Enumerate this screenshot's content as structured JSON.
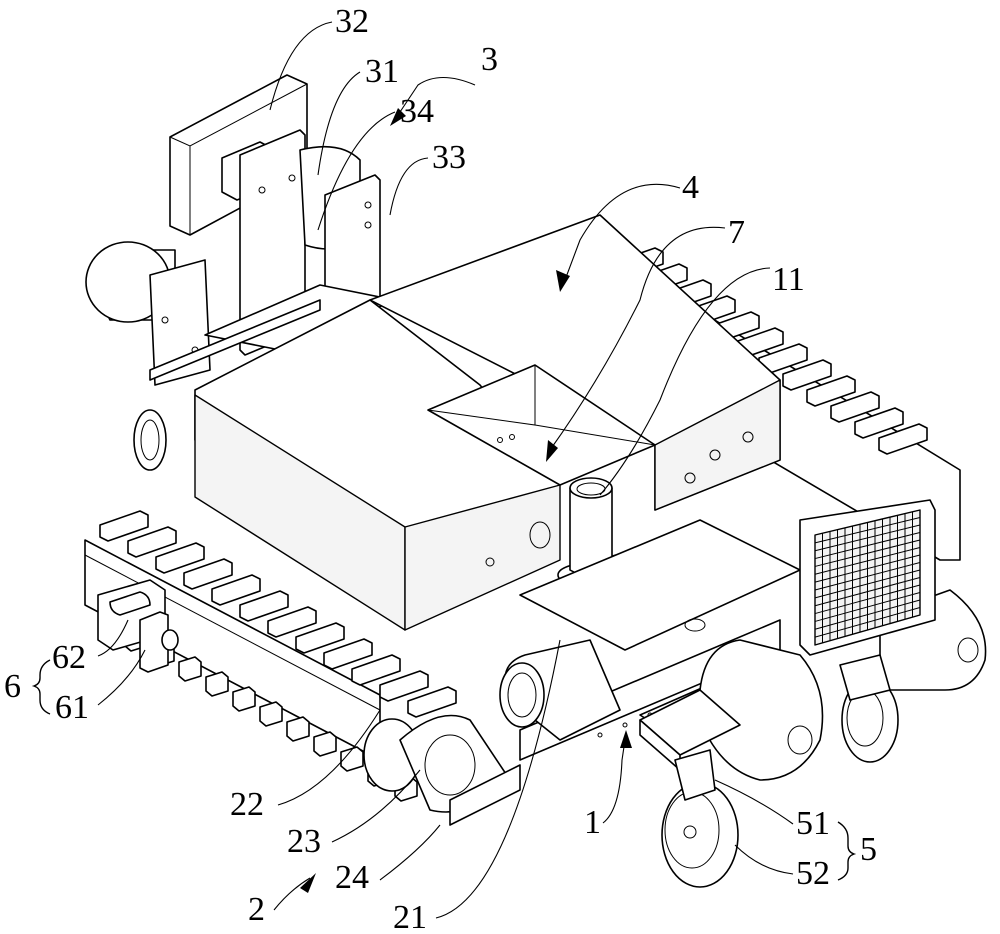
{
  "figure": {
    "type": "patent-drawing",
    "subject": "tracked mobile robot chassis, isometric view"
  },
  "labels": [
    {
      "id": "l32",
      "text": "32",
      "part": "plate"
    },
    {
      "id": "l31",
      "text": "31",
      "part": "upright bracket"
    },
    {
      "id": "l3",
      "text": "3",
      "part": "front mounting assembly"
    },
    {
      "id": "l34",
      "text": "34",
      "part": "bracket arm"
    },
    {
      "id": "l33",
      "text": "33",
      "part": "side bracket"
    },
    {
      "id": "l4",
      "text": "4",
      "part": "housing cover"
    },
    {
      "id": "l7",
      "text": "7",
      "part": "recess / opening"
    },
    {
      "id": "l11",
      "text": "11",
      "part": "pipe fitting"
    },
    {
      "id": "l62",
      "text": "62",
      "part": "sensor bracket"
    },
    {
      "id": "l61",
      "text": "61",
      "part": "sensor mount"
    },
    {
      "id": "l6",
      "text": "6",
      "part": "detection assembly"
    },
    {
      "id": "l22",
      "text": "22",
      "part": "track belt"
    },
    {
      "id": "l23",
      "text": "23",
      "part": "drive wheel"
    },
    {
      "id": "l24",
      "text": "24",
      "part": "sprocket cover"
    },
    {
      "id": "l2",
      "text": "2",
      "part": "track assembly"
    },
    {
      "id": "l21",
      "text": "21",
      "part": "drive motor"
    },
    {
      "id": "l1",
      "text": "1",
      "part": "chassis frame"
    },
    {
      "id": "l51",
      "text": "51",
      "part": "caster bracket"
    },
    {
      "id": "l52",
      "text": "52",
      "part": "caster wheel"
    },
    {
      "id": "l5",
      "text": "5",
      "part": "caster assembly"
    }
  ],
  "colors": {
    "ink": "#000000",
    "paper": "#ffffff"
  }
}
